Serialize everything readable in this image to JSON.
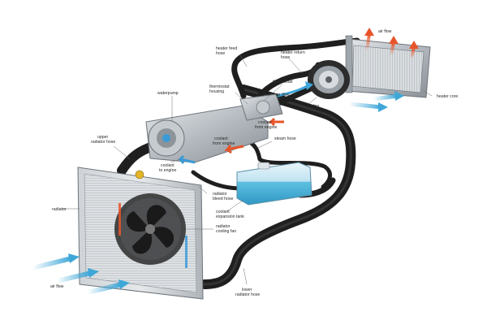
{
  "labels": {
    "heater_feed_hose": [
      "heater feed",
      "hose"
    ],
    "heater_return_hose": [
      "heater return",
      "hose"
    ],
    "air_flow_top": "air flow",
    "heater_core": "heater core",
    "thermostat": "thermostat",
    "waterpump": "waterpump",
    "thermostat_housing": [
      "thermostat",
      "housing"
    ],
    "air_flow_fan": "air flow",
    "fan": "fan",
    "coolant_from_engine_right": [
      "coolant",
      "from engine"
    ],
    "coolant_from_engine_left": [
      "coolant",
      "from engine"
    ],
    "steam_hose": "steam hose",
    "upper_radiator_hose": [
      "upper",
      "radiator hose"
    ],
    "coolant_to_engine": [
      "coolant",
      "to engine"
    ],
    "radiator": "radiator",
    "radiator_bleed_hose": [
      "radiator",
      "bleed hose"
    ],
    "coolant_expansion_tank": [
      "coolant",
      "expansion tank"
    ],
    "radiator_cooling_fan": [
      "radiator",
      "cooling fan"
    ],
    "air_flow_bottom": "air flow",
    "lower_radiator_hose": [
      "lower",
      "radiator hose"
    ]
  },
  "colors": {
    "hose": "#1e1e1e",
    "coolant_hot": "#e8542a",
    "coolant_cold": "#3a9bd6",
    "air_flow": "#3fa7d8",
    "tank_fluid": "#55b9dc",
    "metal": "#b9bec3"
  }
}
